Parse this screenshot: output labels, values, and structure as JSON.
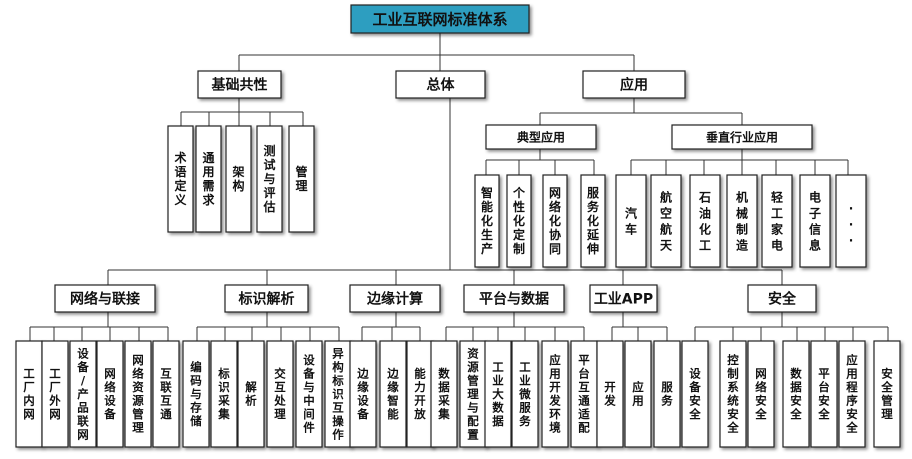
{
  "root": {
    "label": "工业互联网标准体系",
    "fill": "#2d9ec0"
  },
  "level1": [
    {
      "label": "基础共性",
      "children": [
        "术语定义",
        "通用需求",
        "架构",
        "测试与评估",
        "管理"
      ]
    },
    {
      "label": "总体"
    },
    {
      "label": "应用"
    }
  ],
  "application": {
    "typical": {
      "label": "典型应用",
      "children": [
        "智能化生产",
        "个性化定制",
        "网络化协同",
        "服务化延伸"
      ]
    },
    "vertical": {
      "label": "垂直行业应用",
      "children": [
        "汽车",
        "航空航天",
        "石油化工",
        "机械制造",
        "轻工家电",
        "电子信息",
        "..."
      ]
    }
  },
  "overall": [
    {
      "label": "网络与联接",
      "children": [
        "工厂内网",
        "工厂外网",
        "设备/产品联网",
        "网络设备",
        "网络资源管理",
        "互联互通"
      ]
    },
    {
      "label": "标识解析",
      "children": [
        "编码与存储",
        "标识采集",
        "解析",
        "交互处理",
        "设备与中间件",
        "异构标识互操作"
      ]
    },
    {
      "label": "边缘计算",
      "children": [
        "边缘设备",
        "边缘智能",
        "能力开放"
      ]
    },
    {
      "label": "平台与数据",
      "children": [
        "数据采集",
        "资源管理与配置",
        "工业大数据",
        "工业微服务",
        "应用开发环境",
        "平台互通适配"
      ]
    },
    {
      "label": "工业APP",
      "children": [
        "开发",
        "应用",
        "服务"
      ]
    },
    {
      "label": "安全",
      "children": [
        "设备安全",
        "控制系统安全",
        "网络安全",
        "数据安全",
        "平台安全",
        "应用程序安全",
        "安全管理"
      ]
    }
  ]
}
